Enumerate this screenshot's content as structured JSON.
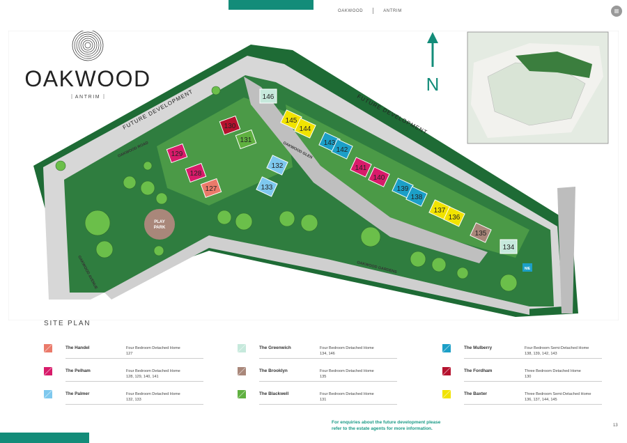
{
  "header": {
    "breadcrumb": [
      "OAKWOOD",
      "ANTRIM"
    ]
  },
  "logo": {
    "name": "OAKWOOD",
    "location": "ANTRIM"
  },
  "map": {
    "future_development_labels": [
      "FUTURE DEVELOPMENT",
      "FUTURE DEVELOPMENT"
    ],
    "roads": {
      "road": "OAKWOOD ROAD",
      "glen": "OAKWOOD GLEN",
      "avenue": "OAKWOOD AVENUE",
      "gardens": "OAKWOOD GARDENS"
    },
    "play_park": [
      "PLAY",
      "PARK"
    ],
    "north_label": "N",
    "nie_label": "NIE",
    "plots": [
      {
        "num": "130",
        "color": "#b5122e"
      },
      {
        "num": "131",
        "color": "#5fb040"
      },
      {
        "num": "129",
        "color": "#d81b6a"
      },
      {
        "num": "128",
        "color": "#d81b6a"
      },
      {
        "num": "127",
        "color": "#ea7a6a"
      },
      {
        "num": "132",
        "color": "#7ec8ee"
      },
      {
        "num": "133",
        "color": "#7ec8ee"
      },
      {
        "num": "146",
        "color": "#c6e9dc"
      },
      {
        "num": "145",
        "color": "#f1e300"
      },
      {
        "num": "144",
        "color": "#f1e300"
      },
      {
        "num": "143",
        "color": "#1c9fc7"
      },
      {
        "num": "142",
        "color": "#1c9fc7"
      },
      {
        "num": "141",
        "color": "#d81b6a"
      },
      {
        "num": "140",
        "color": "#d81b6a"
      },
      {
        "num": "139",
        "color": "#1c9fc7"
      },
      {
        "num": "138",
        "color": "#1c9fc7"
      },
      {
        "num": "137",
        "color": "#f1e300"
      },
      {
        "num": "136",
        "color": "#f1e300"
      },
      {
        "num": "135",
        "color": "#a9877a"
      },
      {
        "num": "134",
        "color": "#c6e9dc"
      }
    ]
  },
  "site_plan": {
    "title": "SITE PLAN",
    "legend": [
      {
        "name": "The Handel",
        "desc": "Four Bedroom Detached Home",
        "plots": "127",
        "color": "#ea7a6a"
      },
      {
        "name": "The Pelham",
        "desc": "Four Bedroom Detached Home",
        "plots": "128, 129, 140, 141",
        "color": "#d81b6a"
      },
      {
        "name": "The Palmer",
        "desc": "Four Bedroom Detached Home",
        "plots": "132, 133",
        "color": "#7ec8ee"
      },
      {
        "name": "The Greenwich",
        "desc": "Four Bedroom Detached Home",
        "plots": "134, 146",
        "color": "#c6e9dc"
      },
      {
        "name": "The Brooklyn",
        "desc": "Four Bedroom Detached Home",
        "plots": "135",
        "color": "#a9877a"
      },
      {
        "name": "The Blackwell",
        "desc": "Four Bedroom Detached Home",
        "plots": "131",
        "color": "#5fb040"
      },
      {
        "name": "The Mulberry",
        "desc": "Four Bedroom Semi-Detached Home",
        "plots": "138, 139, 142, 143",
        "color": "#1c9fc7"
      },
      {
        "name": "The Fordham",
        "desc": "Three Bedroom Detached Home",
        "plots": "130",
        "color": "#b5122e"
      },
      {
        "name": "The Baxter",
        "desc": "Three Bedroom Semi-Detached Home",
        "plots": "136, 137, 144, 145",
        "color": "#f1e300"
      }
    ]
  },
  "footer": {
    "enquiry_line1": "For enquiries about the future development please",
    "enquiry_line2": "refer to the estate agents for more information.",
    "page_number": "13"
  }
}
